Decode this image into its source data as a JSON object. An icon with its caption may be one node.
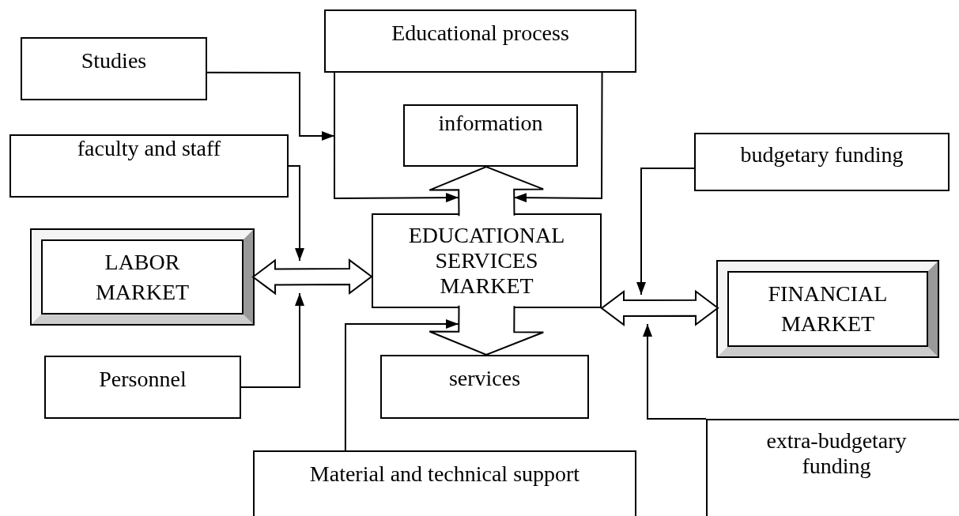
{
  "diagram": {
    "nodes": [
      {
        "text": [
          "Educational process"
        ]
      },
      {
        "text": [
          "Studies"
        ]
      },
      {
        "text": [
          "information"
        ]
      },
      {
        "text": [
          "faculty and staff"
        ]
      },
      {
        "text": [
          "budgetary funding"
        ]
      },
      {
        "text": [
          "LABOR MARKET"
        ]
      },
      {
        "text": [
          "EDUCATIONAL SERVICES MARKET"
        ]
      },
      {
        "text": [
          "FINANCIAL MARKET"
        ]
      },
      {
        "text": [
          "Personnel"
        ]
      },
      {
        "text": [
          "services"
        ]
      },
      {
        "text": [
          "Material and technical support"
        ]
      },
      {
        "text": [
          "extra-budgetary funding"
        ]
      }
    ],
    "edges": [
      {
        "from": 1,
        "to": null,
        "arrow": "to"
      },
      {
        "from": 0,
        "to": 6,
        "arrow": "to"
      },
      {
        "from": 0,
        "to": 6,
        "arrow": "to"
      },
      {
        "from": 6,
        "to": 2,
        "arrow": "to",
        "style": "thick"
      },
      {
        "from": 3,
        "to": null,
        "arrow": "to"
      },
      {
        "from": 5,
        "to": 6,
        "arrow": "both",
        "style": "thick"
      },
      {
        "from": 8,
        "to": null,
        "arrow": "to"
      },
      {
        "from": 4,
        "to": null,
        "arrow": "to"
      },
      {
        "from": 6,
        "to": 7,
        "arrow": "both",
        "style": "thick"
      },
      {
        "from": 6,
        "to": 9,
        "arrow": "to",
        "style": "thick"
      },
      {
        "from": 10,
        "to": 6,
        "arrow": "to"
      },
      {
        "from": 11,
        "to": null,
        "arrow": "to"
      }
    ]
  }
}
